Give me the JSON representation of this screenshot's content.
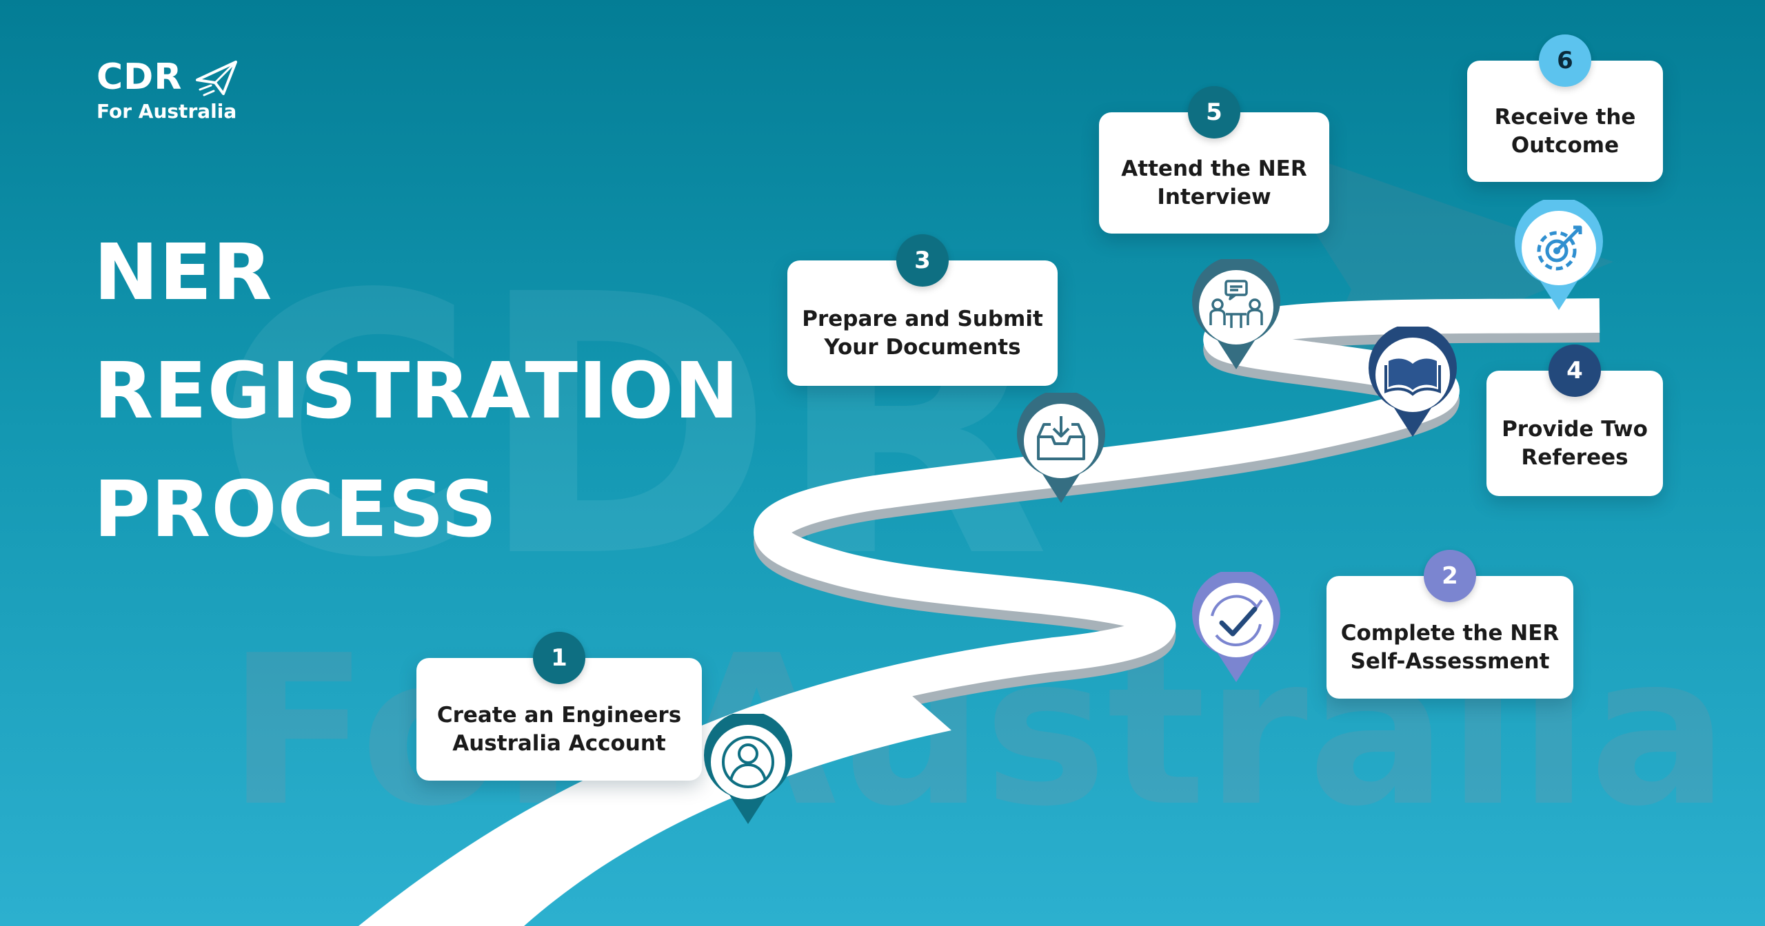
{
  "brand": {
    "logo_main": "CDR",
    "logo_sub": "For Australia",
    "icon": "paper-plane-icon"
  },
  "heading": {
    "lines": [
      "NER",
      "REGISTRATION",
      "PROCESS"
    ]
  },
  "watermark": {
    "line1": "CDR",
    "line2": "For Australia"
  },
  "steps": [
    {
      "number": "1",
      "label": "Create an Engineers\nAustralia Account",
      "icon": "user-profile-icon",
      "color": "#0e6f82"
    },
    {
      "number": "2",
      "label": "Complete the NER\nSelf-Assessment",
      "icon": "checkmark-cycle-icon",
      "color": "#7b85d0"
    },
    {
      "number": "3",
      "label": "Prepare and Submit\nYour Documents",
      "icon": "inbox-download-icon",
      "color": "#0e6f82"
    },
    {
      "number": "4",
      "label": "Provide Two\nReferees",
      "icon": "open-book-icon",
      "color": "#23497c"
    },
    {
      "number": "5",
      "label": "Attend the NER\nInterview",
      "icon": "interview-meeting-icon",
      "color": "#0e6f82"
    },
    {
      "number": "6",
      "label": "Receive the\nOutcome",
      "icon": "target-goal-icon",
      "color": "#5cc3ee"
    }
  ]
}
